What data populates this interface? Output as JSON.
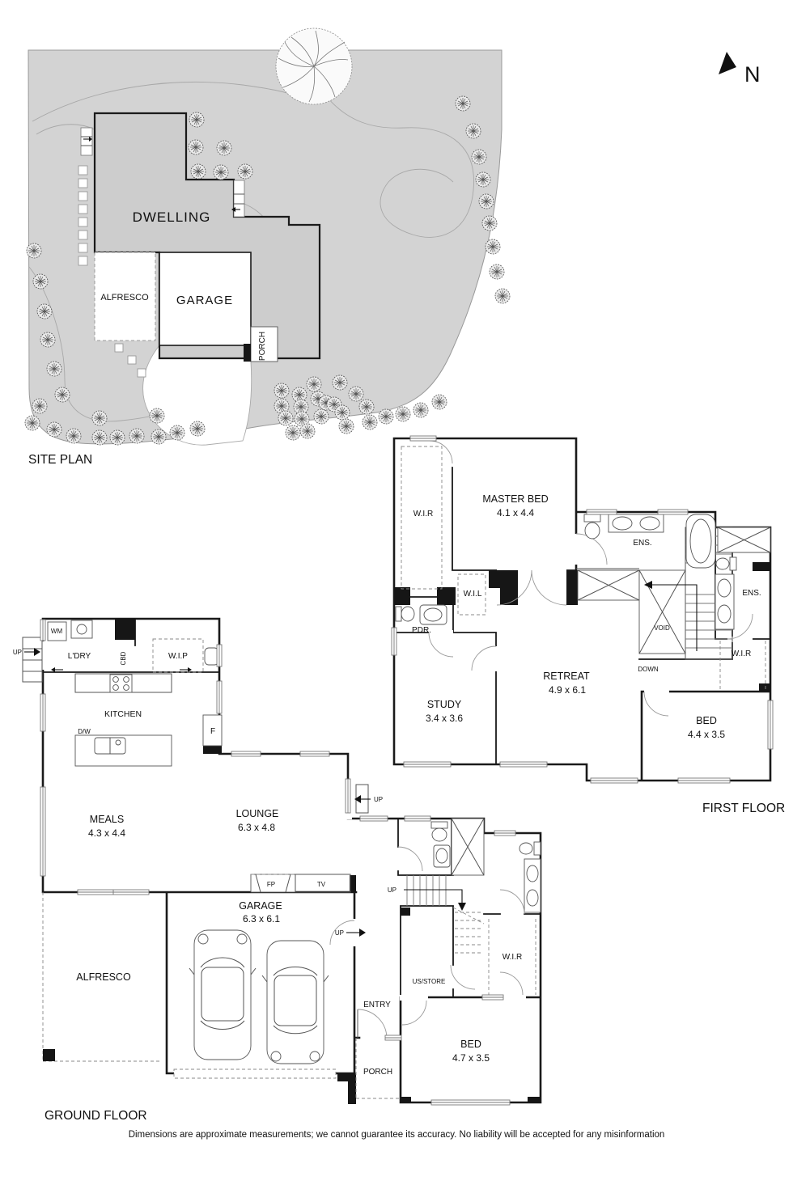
{
  "page": {
    "north_label": "N",
    "disclaimer": "Dimensions are approximate measurements; we cannot guarantee its accuracy. No liability will be accepted for any misinformation"
  },
  "site_plan": {
    "title": "SITE PLAN",
    "dwelling": "DWELLING",
    "alfresco": "ALFRESCO",
    "garage": "GARAGE",
    "porch": "PORCH"
  },
  "first_floor": {
    "title": "FIRST FLOOR",
    "wir_left": "W.I.R",
    "master_bed": "MASTER BED",
    "master_bed_dims": "4.1 x 4.4",
    "ens_main": "ENS.",
    "ens_right": "ENS.",
    "wil": "W.I.L",
    "pdr": "PDR.",
    "void": "VOID",
    "down": "DOWN",
    "study": "STUDY",
    "study_dims": "3.4 x 3.6",
    "retreat": "RETREAT",
    "retreat_dims": "4.9 x 6.1",
    "wir_right": "W.I.R",
    "bed": "BED",
    "bed_dims": "4.4 x 3.5"
  },
  "ground_floor": {
    "title": "GROUND FLOOR",
    "wm": "WM",
    "ldry": "L'DRY",
    "cbd": "CBD",
    "wip": "W.I.P",
    "kitchen": "KITCHEN",
    "dw": "D/W",
    "fridge": "F",
    "meals": "MEALS",
    "meals_dims": "4.3 x 4.4",
    "lounge": "LOUNGE",
    "lounge_dims": "6.3 x 4.8",
    "fp": "FP",
    "tv": "TV",
    "garage": "GARAGE",
    "garage_dims": "6.3 x 6.1",
    "alfresco": "ALFRESCO",
    "up": "UP",
    "us_store": "US/STORE",
    "wir": "W.I.R",
    "entry": "ENTRY",
    "porch": "PORCH",
    "bed": "BED",
    "bed_dims": "4.7 x 3.5"
  }
}
